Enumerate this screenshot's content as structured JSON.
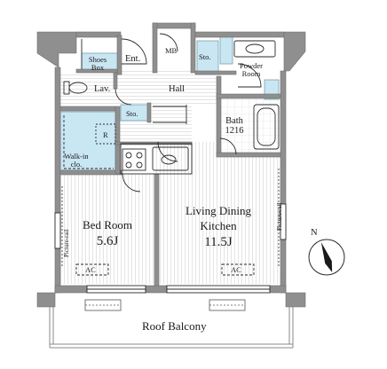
{
  "rooms": {
    "shoes_box": [
      "Shoes",
      "Box"
    ],
    "entrance": "Ent.",
    "mb": "MB",
    "storage_top": "Sto.",
    "powder_room": [
      "Powder",
      "Room"
    ],
    "lavatory": "Lav.",
    "hall": "Hall",
    "storage_mid": "Sto.",
    "bath": [
      "Bath",
      "1216"
    ],
    "refrigerator": "R",
    "walk_in_closet": [
      "Walk-in",
      "clo."
    ],
    "bed_room": [
      "Bed Room",
      "5.6J"
    ],
    "living_dining_kitchen": [
      "Living Dining",
      "Kitchen",
      "11.5J"
    ],
    "roof_balcony": "Roof Balcony"
  },
  "annotations": {
    "picture_rail_left": "Picture-rail",
    "picture_rail_right": "Picture-rail",
    "ac_left": "AC",
    "ac_right": "AC",
    "north": "N"
  },
  "colors": {
    "wall": "#8f8f8f",
    "wall_dark": "#6f6f6f",
    "storage": "#c9e6f3",
    "floor_line": "#e6e6e6",
    "ink": "#1a1a1a"
  }
}
